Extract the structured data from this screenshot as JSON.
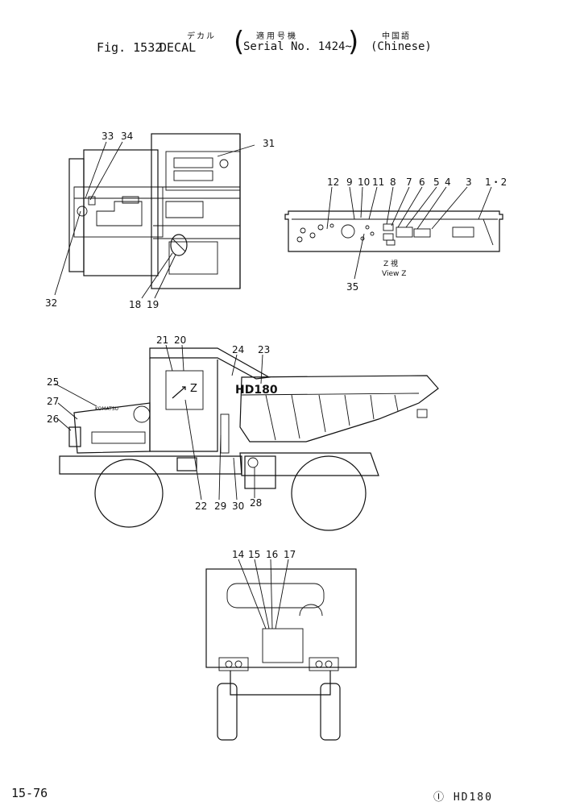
{
  "header": {
    "fig_label": "Fig. 1532",
    "decal_label": "DECAL",
    "decal_jp": "デカル",
    "serial_jp": "適用号機",
    "serial_label": "Serial No. 1424~",
    "chinese_jp": "中国語",
    "chinese_label": "(Chinese)"
  },
  "view_z": {
    "jp": "Z 視",
    "en": "View Z"
  },
  "truck_text": {
    "model_on_body": "HD180",
    "brand_on_hood": "KOMATSU",
    "z_mark": "Z"
  },
  "callouts": {
    "cab": [
      "33",
      "34",
      "31",
      "32",
      "18",
      "19"
    ],
    "dash": [
      "12",
      "9",
      "10",
      "11",
      "8",
      "7",
      "6",
      "5",
      "4",
      "3",
      "1・2",
      "35"
    ],
    "side": [
      "21",
      "20",
      "24",
      "23",
      "25",
      "27",
      "26",
      "22",
      "29",
      "30",
      "28"
    ],
    "rear": [
      "14",
      "15",
      "16",
      "17"
    ]
  },
  "footer": {
    "page": "15-76",
    "model": "Ⓘ HD180"
  }
}
